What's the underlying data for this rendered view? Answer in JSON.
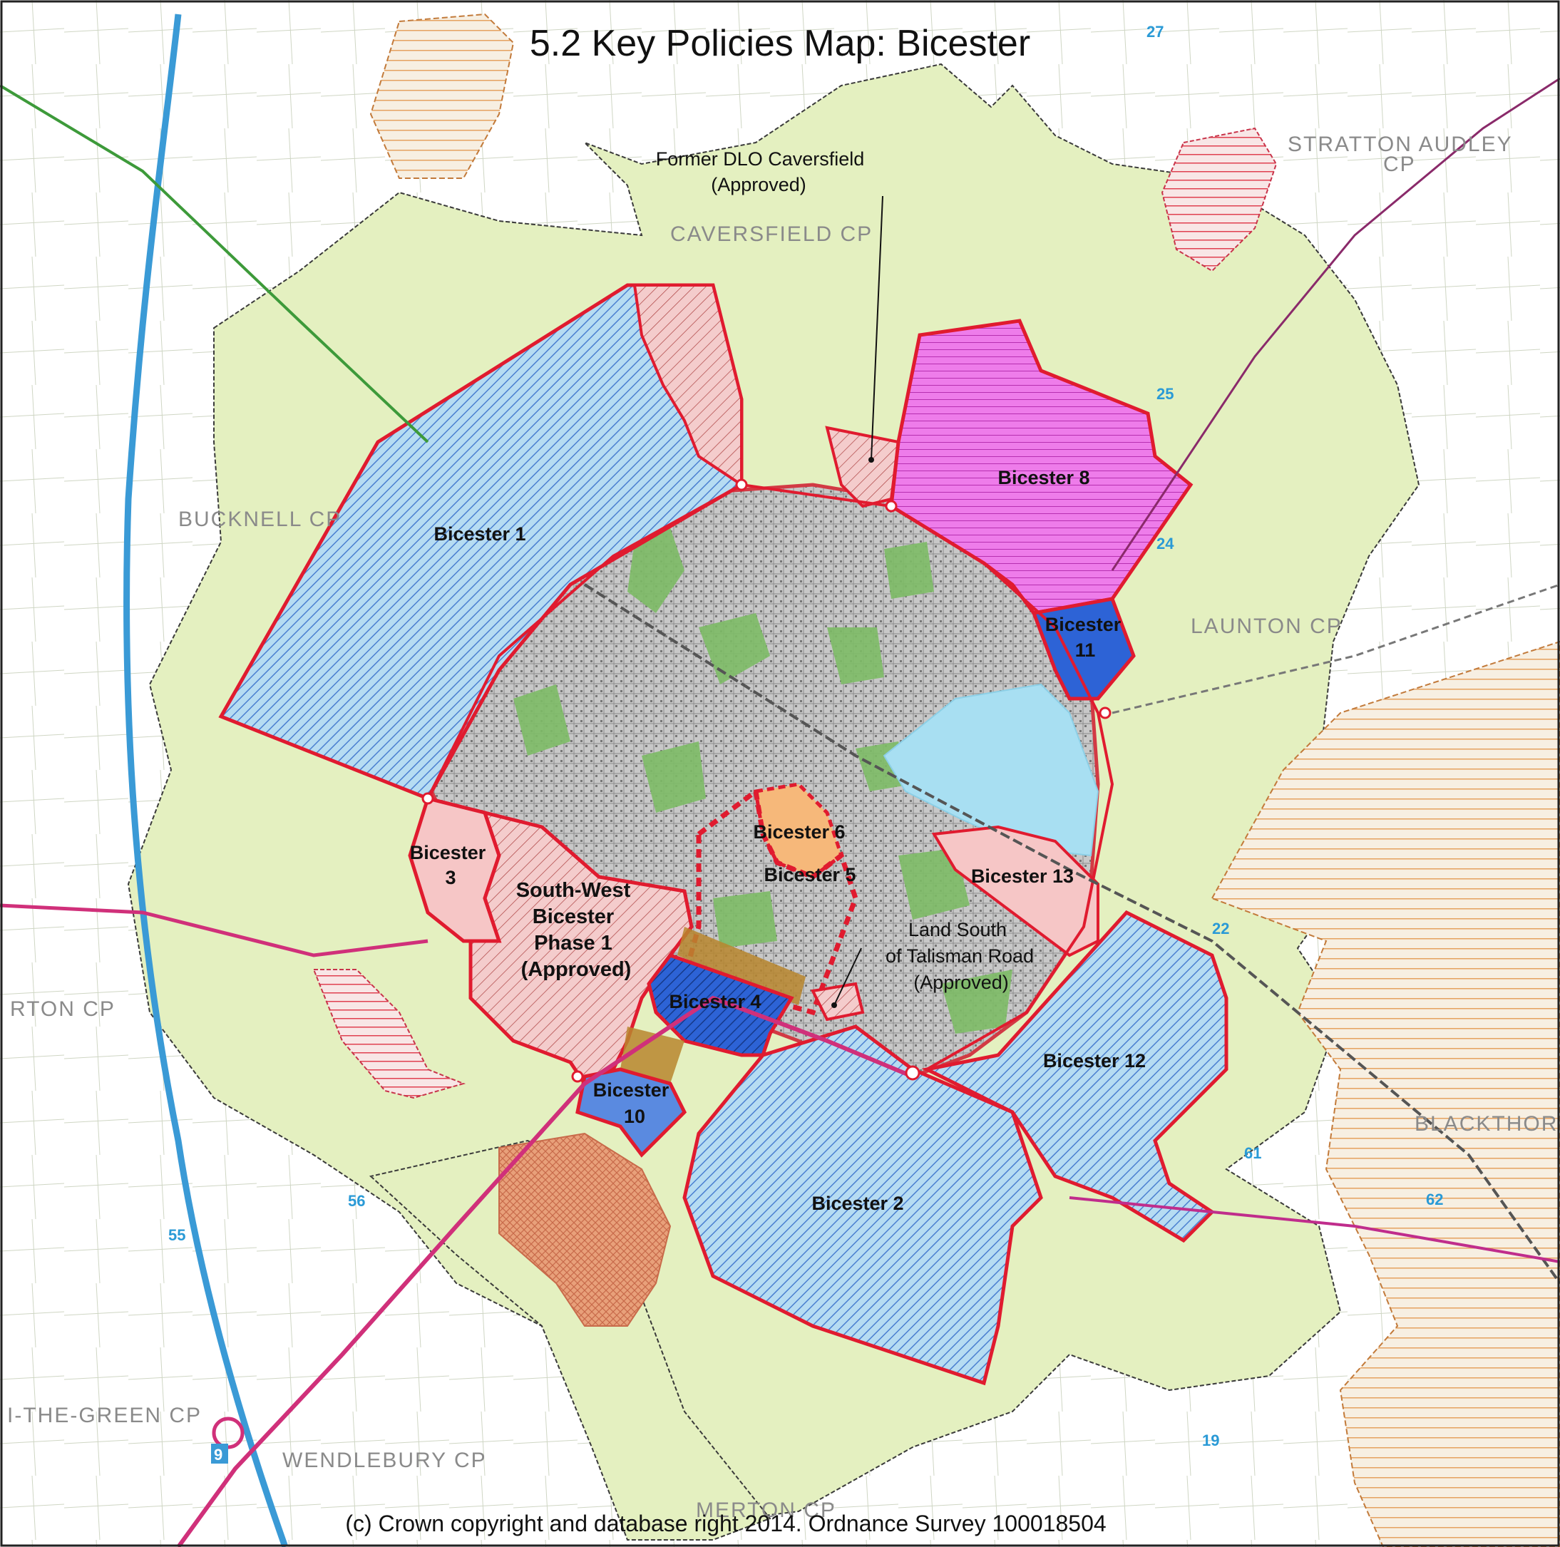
{
  "title": "5.2 Key Policies Map: Bicester",
  "copyright": "(c) Crown copyright and database right 2014. Ordnance Survey 100018504",
  "colors": {
    "green_buffer": "#e4f0c0",
    "strategic_site": "#a8d8f0",
    "employment": "#2a5fd0",
    "pink_site": "#f6c6c6",
    "magenta_site": "#ea6ae6",
    "light_blue": "#a8dff2",
    "orange_hatch": "#e8a060",
    "boundary_red": "#e01b2f",
    "urban_grey": "#a6a6a6",
    "park_green": "#7dbb66"
  },
  "sites": {
    "b1": "Bicester 1",
    "b2": "Bicester 2",
    "b3a": "Bicester",
    "b3b": "3",
    "b4": "Bicester 4",
    "b5": "Bicester 5",
    "b6": "Bicester 6",
    "b8": "Bicester 8",
    "b10a": "Bicester",
    "b10b": "10",
    "b11a": "Bicester",
    "b11b": "11",
    "b12": "Bicester 12",
    "b13": "Bicester 13",
    "sw1": "South-West",
    "sw2": "Bicester",
    "sw3": "Phase 1",
    "sw4": "(Approved)"
  },
  "annotations": {
    "dlo1": "Former DLO Caversfield",
    "dlo2": "(Approved)",
    "tal1": "Land South",
    "tal2": "of Talisman Road",
    "tal3": "(Approved)"
  },
  "places": {
    "caversfield": "CAVERSFIELD CP",
    "bucknell": "BUCKNELL CP",
    "stratton": "STRATTON AUDLEY",
    "stratton_cp": "CP",
    "launton": "LAUNTON CP",
    "blackthorn": "BLACKTHORN",
    "merton": "MERTON CP",
    "wendlebury": "WENDLEBURY CP",
    "chesterton": "RTON CP",
    "green": "I-THE-GREEN CP"
  },
  "grid_numbers": {
    "g27": "27",
    "g25": "25",
    "g24": "24",
    "g22": "22",
    "g61": "61",
    "g62": "62",
    "g56": "56",
    "g55": "55",
    "g19": "19",
    "g9": "9"
  }
}
